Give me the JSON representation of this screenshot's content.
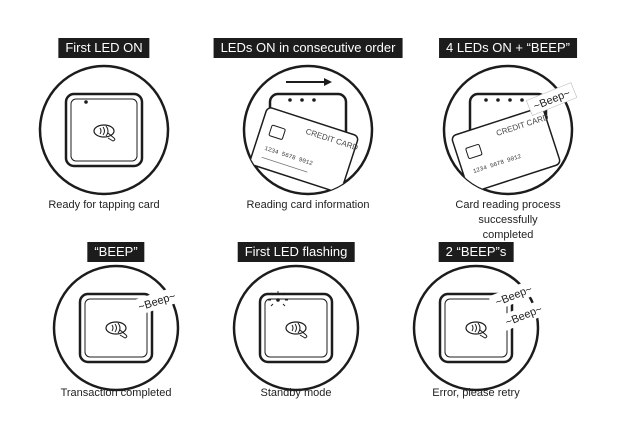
{
  "panels": [
    {
      "title": "First LED ON",
      "caption": "Ready for tapping card"
    },
    {
      "title": "LEDs ON in consecutive order",
      "caption": "Reading card information",
      "card_text": "CREDIT CARD",
      "card_number": "1234 5678 9012"
    },
    {
      "title": "4 LEDs ON + “BEEP”",
      "caption": "Card reading process successfully completed",
      "card_text": "CREDIT CARD",
      "card_number": "1234 5678 9012",
      "beep": "~Beep~"
    },
    {
      "title": "“BEEP”",
      "caption": "Transaction completed",
      "beep": "~Beep~"
    },
    {
      "title": "First LED flashing",
      "caption": "Standby mode"
    },
    {
      "title": "2 “BEEP”s",
      "caption": "Error, please retry",
      "beep": "~Beep~",
      "beep2": "~Beep~"
    }
  ]
}
